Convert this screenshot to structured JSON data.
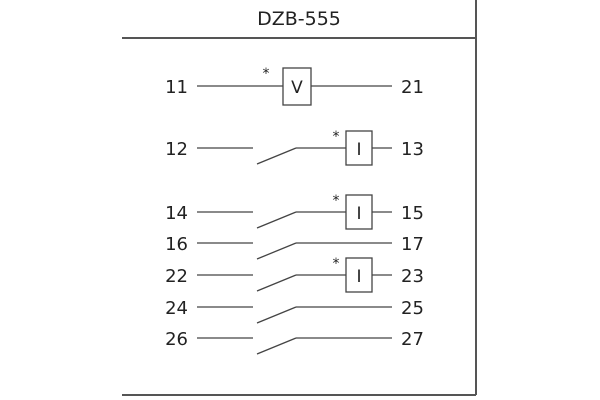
{
  "title": "DZB-555",
  "coil": {
    "symbol": "V",
    "mark": "*",
    "left": "11",
    "right": "21"
  },
  "contacts": [
    {
      "left": "12",
      "right": "13",
      "has_coil": true,
      "symbol": "I",
      "mark": "*"
    },
    {
      "left": "14",
      "right": "15",
      "has_coil": true,
      "symbol": "I",
      "mark": "*"
    },
    {
      "left": "16",
      "right": "17",
      "has_coil": false
    },
    {
      "left": "22",
      "right": "23",
      "has_coil": true,
      "symbol": "I",
      "mark": "*"
    },
    {
      "left": "24",
      "right": "25",
      "has_coil": false
    },
    {
      "left": "26",
      "right": "27",
      "has_coil": false
    }
  ]
}
